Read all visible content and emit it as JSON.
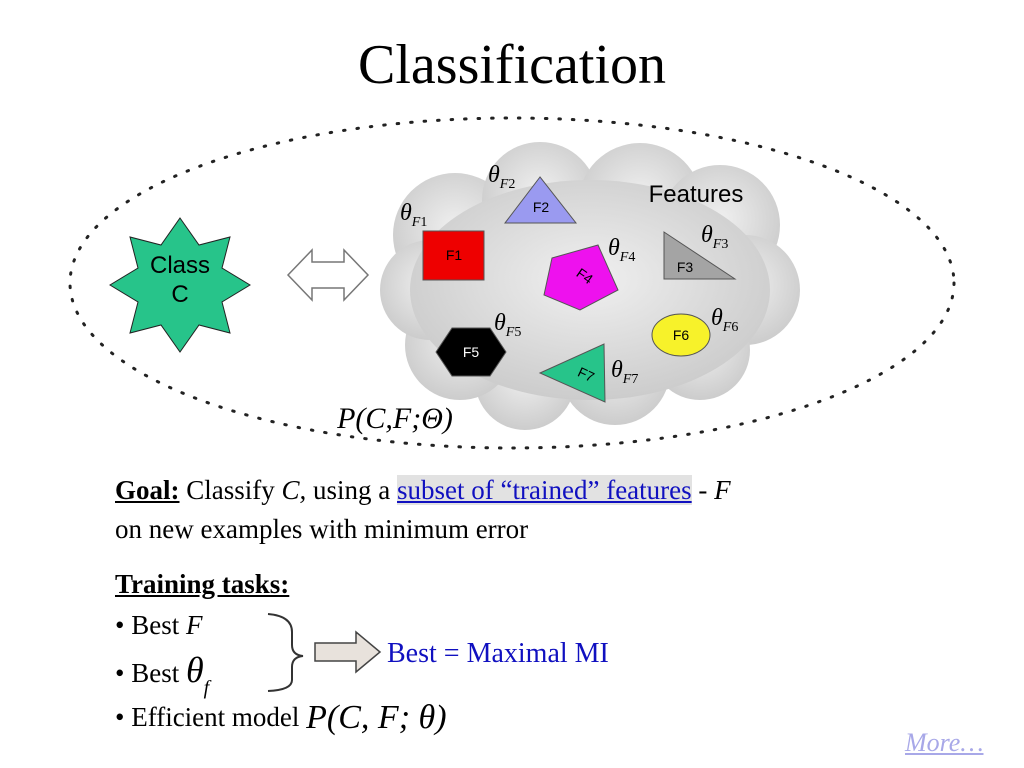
{
  "title": "Classification",
  "diagram": {
    "class_label_line1": "Class",
    "class_label_line2": "C",
    "features_label": "Features",
    "theta": "θ",
    "feature_subscript": "F",
    "features": [
      {
        "label": "F1",
        "param_index": "1",
        "color": "#ee0000"
      },
      {
        "label": "F2",
        "param_index": "2",
        "color": "#9a9af0"
      },
      {
        "label": "F3",
        "param_index": "3",
        "color": "#a4a4a4"
      },
      {
        "label": "F4",
        "param_index": "4",
        "color": "#ee11ee"
      },
      {
        "label": "F5",
        "param_index": "5",
        "color": "#000000"
      },
      {
        "label": "F6",
        "param_index": "6",
        "color": "#f7f22a"
      },
      {
        "label": "F7",
        "param_index": "7",
        "color": "#27c48a"
      }
    ],
    "joint_formula": "P(C,F;Θ)"
  },
  "goal": {
    "label": "Goal:",
    "text1": " Classify ",
    "var_c": "C,",
    "text2": " using a ",
    "highlight": "subset of “trained” features",
    "text3": " - ",
    "var_f": "F",
    "line2": "on new examples with minimum error"
  },
  "training": {
    "title": "Training tasks:",
    "bullet": "•",
    "item1_text": "Best ",
    "item1_var": "F",
    "item2_text": "Best ",
    "item2_theta": "θ",
    "item2_sub": "f",
    "item3_text": "Efficient model ",
    "item3_formula": "P(C, F; θ)",
    "result": "Best = Maximal MI"
  },
  "more_link": "More…",
  "colors": {
    "class_star": "#27c48a",
    "cloud": "#d8d8d8",
    "arrow_fill": "#e8e2dc",
    "accent_blue": "#1010c0"
  }
}
